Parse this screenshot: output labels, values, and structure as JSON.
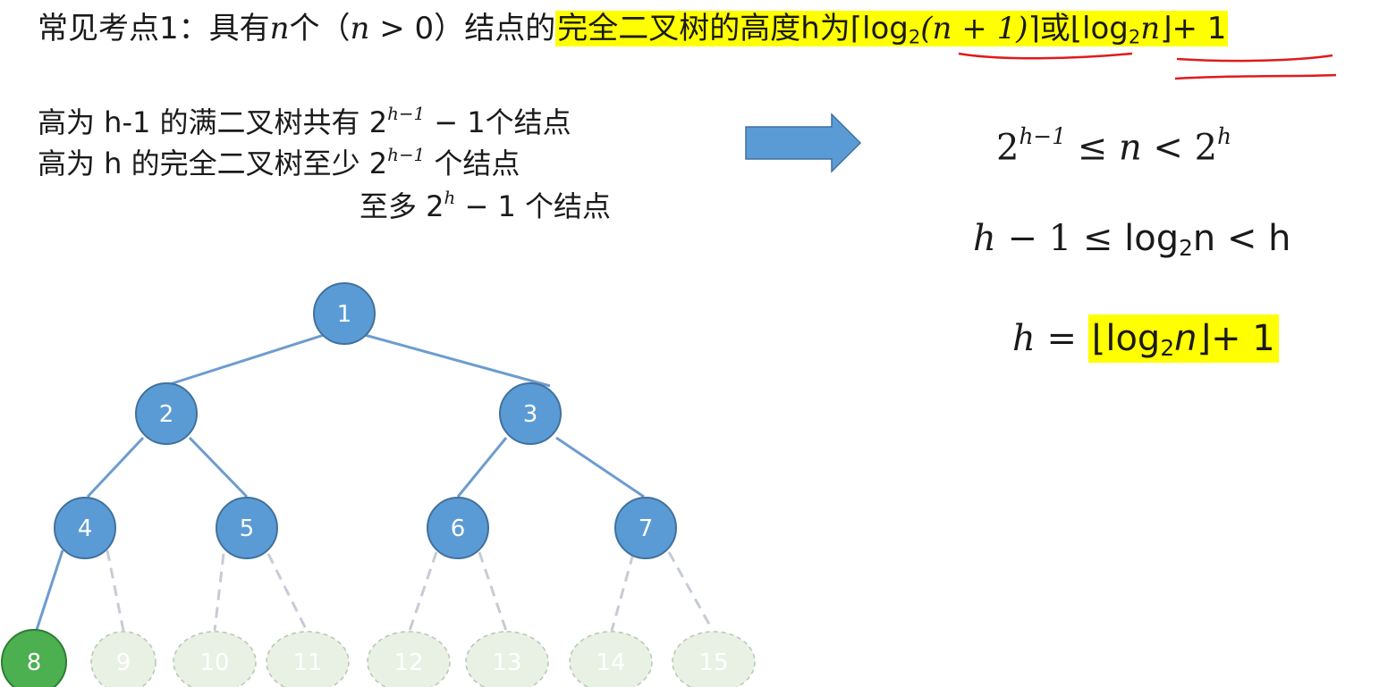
{
  "title": {
    "prefix": "常见考点1：具有",
    "n": "n",
    "middle_a": "个（",
    "n2": "n",
    "middle_b": " > 0）结点的",
    "highlight_text": "完全二叉树的高度h为",
    "ceil_open": "⌈",
    "log_a": "log",
    "sub_a": "2",
    "arg_a": "(n + 1)",
    "ceil_close": "⌉",
    "or": "或",
    "floor_open": "⌊",
    "log_b": "log",
    "sub_b": "2",
    "arg_b": "n",
    "floor_close": "⌋",
    "plus_one": "+ 1"
  },
  "facts": {
    "line1_a": "高为 h-1 的满二叉树共有 2",
    "line1_sup": "h−1",
    "line1_b": " − 1个结点",
    "line2_a": "高为 h 的完全二叉树至少 2",
    "line2_sup": "h−1",
    "line2_b": " 个结点",
    "line3_a": "至多 2",
    "line3_sup": "h",
    "line3_b": " − 1 个结点"
  },
  "derivation": {
    "eq1_a": "2",
    "eq1_sup": "h−1",
    "eq1_b": " ≤ ",
    "eq1_n": "n",
    "eq1_c": " < 2",
    "eq1_sup2": "h",
    "eq2_h": "h",
    "eq2_a": " − 1 ≤ ",
    "eq2_log": "log",
    "eq2_sub": "2",
    "eq2_b": "n < h",
    "eq3_h": "h",
    "eq3_eq": " = ",
    "eq3_floor_open": "⌊",
    "eq3_log": "log",
    "eq3_sub": "2",
    "eq3_n": "n",
    "eq3_floor_close": "⌋",
    "eq3_plus": "+ 1"
  },
  "colors": {
    "highlight": "#ffff00",
    "node": "#5b9bd5",
    "node_border": "#41719c",
    "edge": "#6d9cd0",
    "leaf_green": "#4caf50",
    "ghost": "#e8f1e3",
    "ghost_border": "#b8c6b4",
    "arrow": "#5b9bd5",
    "underline": "#e01b1b"
  },
  "tree": {
    "nodes": [
      "1",
      "2",
      "3",
      "4",
      "5",
      "6",
      "7",
      "8"
    ],
    "ghost_nodes": [
      "9",
      "10",
      "11",
      "12",
      "13",
      "14",
      "15"
    ]
  },
  "icons": {
    "arrow": "right-arrow-icon"
  }
}
